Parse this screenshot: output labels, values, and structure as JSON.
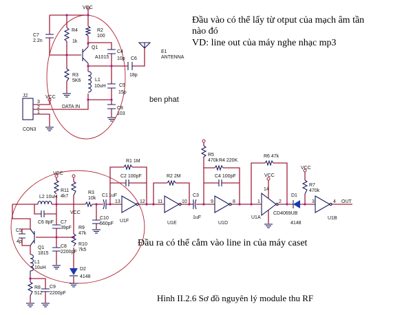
{
  "transmitter": {
    "labels": {
      "vcc": "VCC",
      "r4": "R4",
      "r4_val": "1k",
      "r2": "R2",
      "r2_val": "100",
      "c7": "C7",
      "c7_val": "2.2n",
      "q1": "Q1",
      "q1_val": "A1015",
      "c4": "C4",
      "c4_val": "10p",
      "c6": "C6",
      "c6_val": "18p",
      "e1": "E1",
      "e1_val": "ANTENNA",
      "r3": "R3",
      "r3_val": "5K6",
      "l1": "L1",
      "l1_val": "10uH",
      "c5": "C5",
      "c5_val": "15p",
      "c8": "C8",
      "c8_val": "103",
      "j2": "J2",
      "j2_val": "CON3",
      "pin3": "3",
      "pin2": "2",
      "pin1": "1",
      "vcc2": "VCC",
      "data_in": "DATA IN"
    },
    "group_label": "ben phat"
  },
  "notes": {
    "input_line1": "Đầu vào có thể lấy từ otput của mạch âm tần",
    "input_line2": "nào đó",
    "input_line3": "VD: line out của máy nghe nhạc mp3",
    "output_note": "Đầu ra có thể cắm vào line in của máy caset"
  },
  "receiver": {
    "labels": {
      "vcc1": "VCC",
      "r11": "R11",
      "r11_val": "4k7",
      "l2": "L2 10uH",
      "c6": "C6 8pF",
      "c7": "C7",
      "c7_val": "39pF",
      "c8": "C8",
      "c8_val": "2200pF",
      "r3": "R3",
      "r3_val": "10k",
      "c10": "C10",
      "c10_val": "560pF",
      "c1": "C1",
      "c1_val": "1uF",
      "vcc2": "VCC",
      "r9": "R9",
      "r9_val": "47k",
      "r10": "R10",
      "r10_val": "7k5",
      "d2": "D2",
      "d2_val": "4148",
      "c5": "C5",
      "c5_val": "4p",
      "q1": "Q1",
      "q1_val": "1815",
      "l1": "L1",
      "l1_val": "10uH",
      "r8": "R8",
      "r8_val": "512",
      "c9": "C9",
      "c9_val": "2200pF",
      "r1": "R1 1M",
      "c2": "C2  100pF",
      "u1f": "U1F",
      "p13": "13",
      "p12": "12",
      "r2": "R2  2M",
      "u1e": "U1E",
      "p11": "11",
      "p10": "10",
      "c3": "C3",
      "c3_val": "1uF",
      "r5": "R5",
      "r5_val": "470k",
      "r4": "R4  220K",
      "c4": "C4  100pF",
      "u1d": "U1D",
      "p9": "9",
      "p8": "8",
      "r6": "R6  47k",
      "vcc3": "VCC",
      "p14": "14",
      "u1a": "U1A",
      "u1a_val": "CD4069UB",
      "p1": "1",
      "p2": "2",
      "d1": "D1",
      "d1_val": "4148",
      "vcc4": "VCC",
      "r7": "R7",
      "r7_val": "470k",
      "u1b": "U1B",
      "p3": "3",
      "p4": "4",
      "out": "OUT"
    }
  },
  "caption": "Hình II.2.6 Sơ đồ nguyên lý module thu RF"
}
